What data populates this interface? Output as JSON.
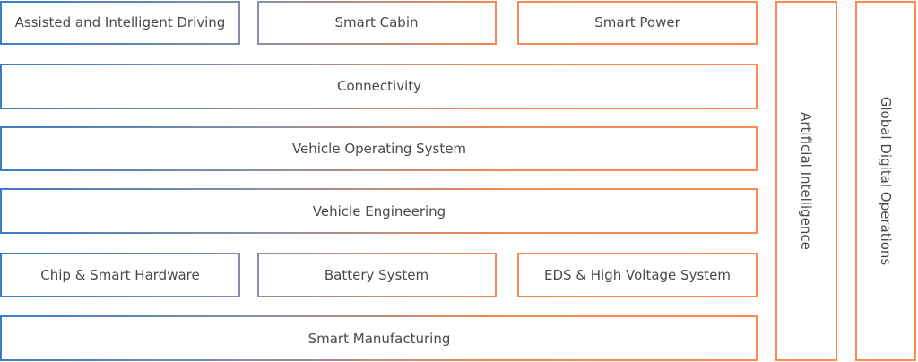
{
  "colors": {
    "start": "#3b7cc4",
    "mid": "#8b90a2",
    "end": "#ff8a4f"
  },
  "boxes": {
    "assisted_driving": "Assisted and Intelligent Driving",
    "smart_cabin": "Smart Cabin",
    "smart_power": "Smart Power",
    "connectivity": "Connectivity",
    "vehicle_os": "Vehicle Operating System",
    "vehicle_engineering": "Vehicle Engineering",
    "chip_hardware": "Chip & Smart Hardware",
    "battery_system": "Battery System",
    "eds_high_voltage": "EDS & High Voltage System",
    "smart_manufacturing": "Smart Manufacturing",
    "artificial_intelligence": "Artificial Intelligence",
    "global_digital_operations": "Global Digital Operations"
  }
}
